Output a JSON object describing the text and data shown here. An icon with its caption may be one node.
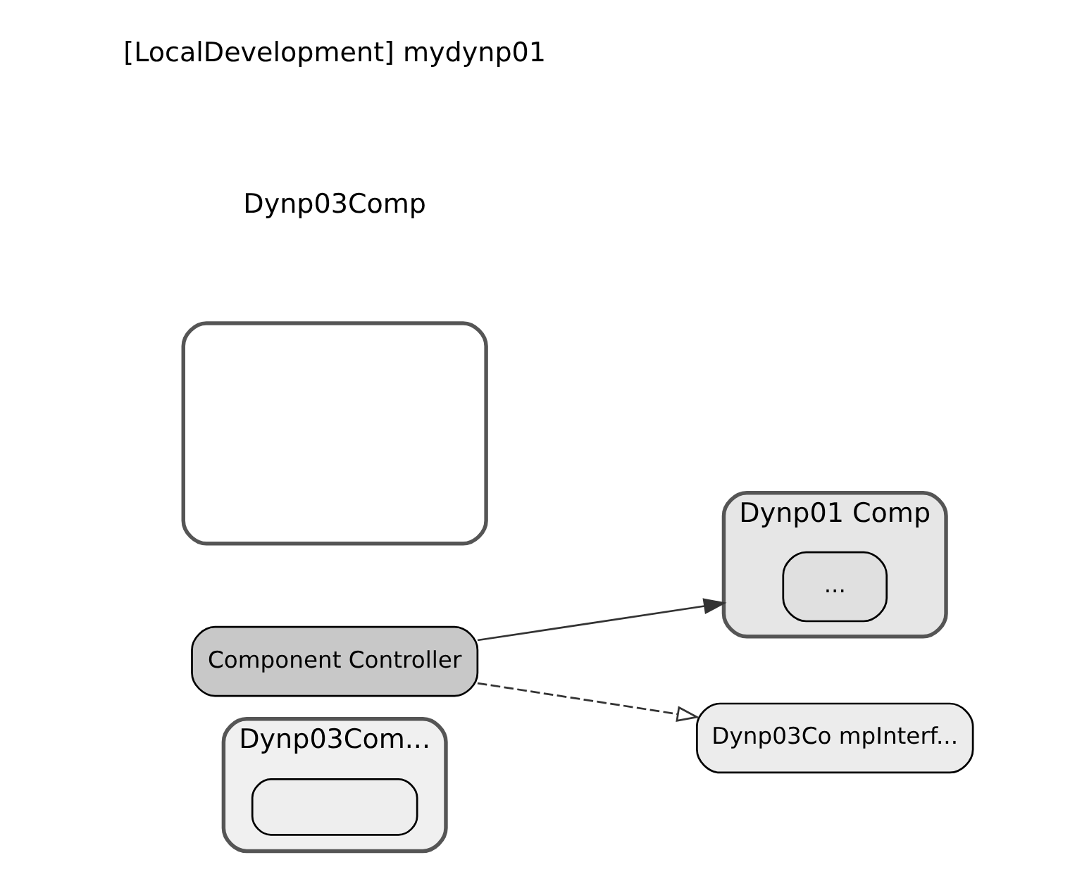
{
  "diagram": {
    "nodes": [
      {
        "text": [
          "Dynp03Com..."
        ]
      },
      {
        "text": [],
        "shape": "box",
        "in": 0
      },
      {
        "text": [
          "Dynp01 Comp"
        ]
      },
      {
        "text": [
          "..."
        ],
        "in": 2
      },
      {
        "text": [],
        "shape": "box"
      },
      {
        "text": [
          "Component Controller"
        ]
      },
      {
        "text": [
          "Dynp03Co mpInterf..."
        ]
      }
    ],
    "edges": [
      {
        "from": 5,
        "to": 2,
        "arrow": "to"
      },
      {
        "from": 5,
        "to": 6,
        "arrow": "to",
        "style": "dashed"
      }
    ],
    "labels": [
      "[LocalDevelopment] mydynp01",
      "Dynp03Comp"
    ]
  }
}
